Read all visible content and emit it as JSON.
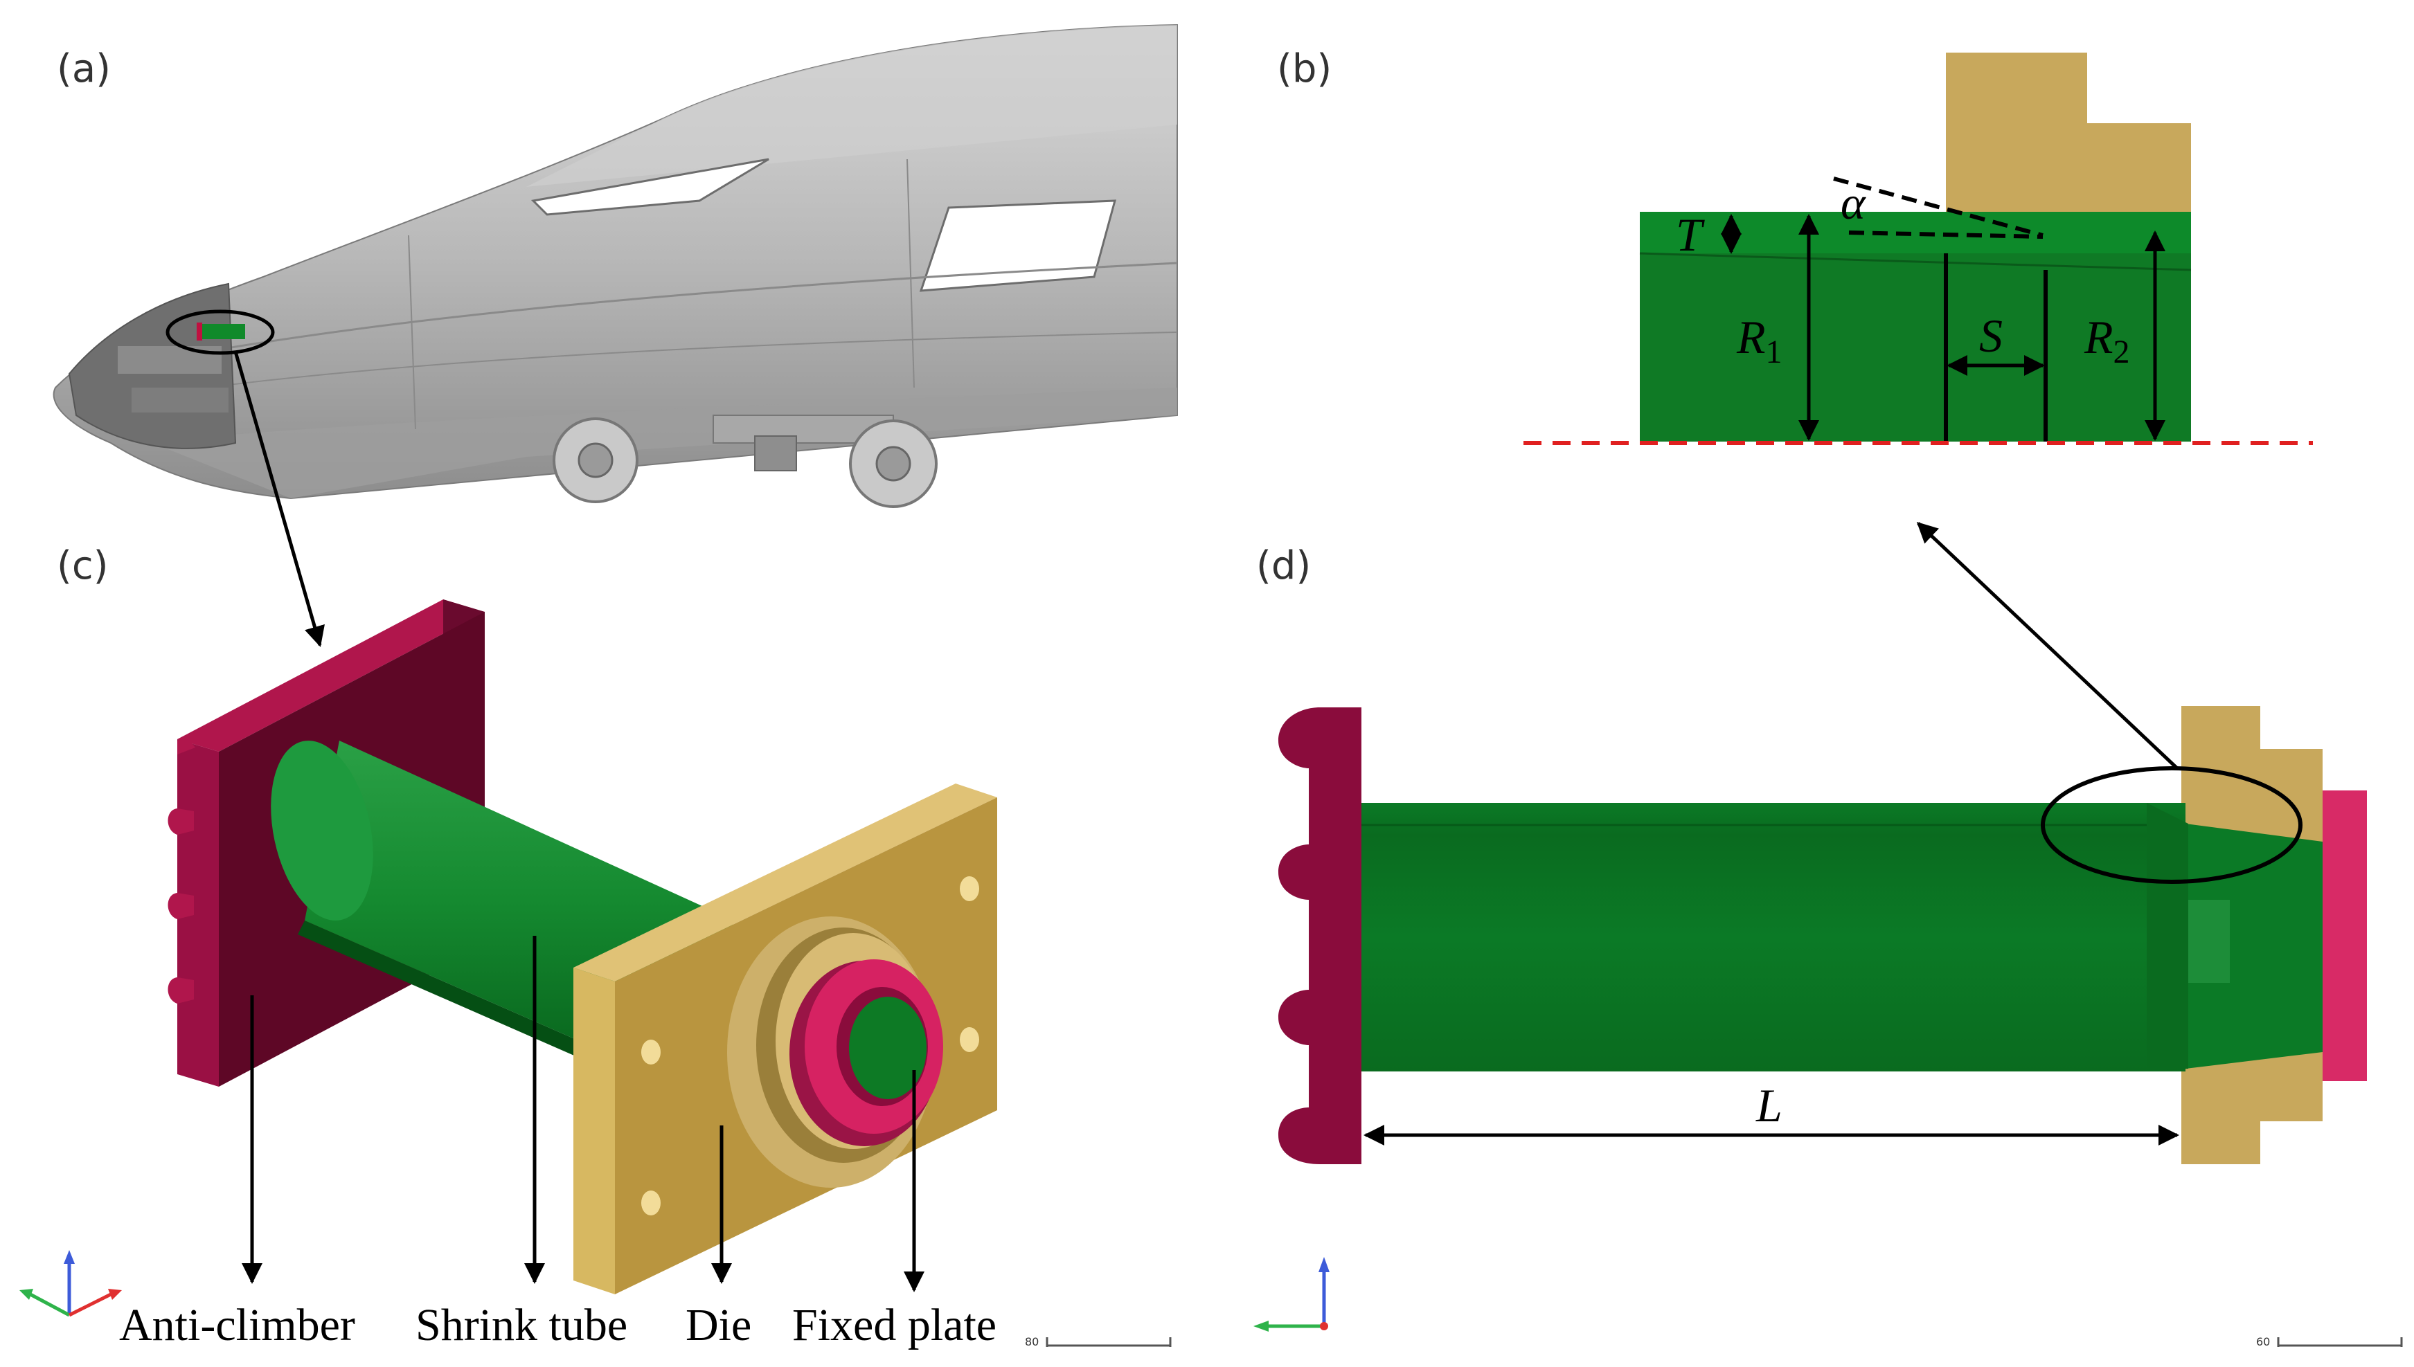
{
  "panels": {
    "a": {
      "label": "(a)"
    },
    "b": {
      "label": "(b)",
      "symbols": {
        "alpha": "α",
        "T": "T",
        "R": "R",
        "R1_sub": "1",
        "R2_sub": "2",
        "S": "S"
      }
    },
    "c": {
      "label": "(c)",
      "callouts": [
        "Anti-climber",
        "Shrink tube",
        "Die",
        "Fixed plate"
      ],
      "scale_value": "80"
    },
    "d": {
      "label": "(d)",
      "symbols": {
        "L": "L"
      },
      "scale_value": "60"
    }
  },
  "colors": {
    "train_body": "#b9b9b9",
    "tube_green": "#0f7a25",
    "tube_dark": "#075e18",
    "anti_climber": "#8a0c3c",
    "die_tan": "#c8a85c",
    "fixed_plate": "#d21e5a",
    "axis_dash": "#e02020"
  }
}
